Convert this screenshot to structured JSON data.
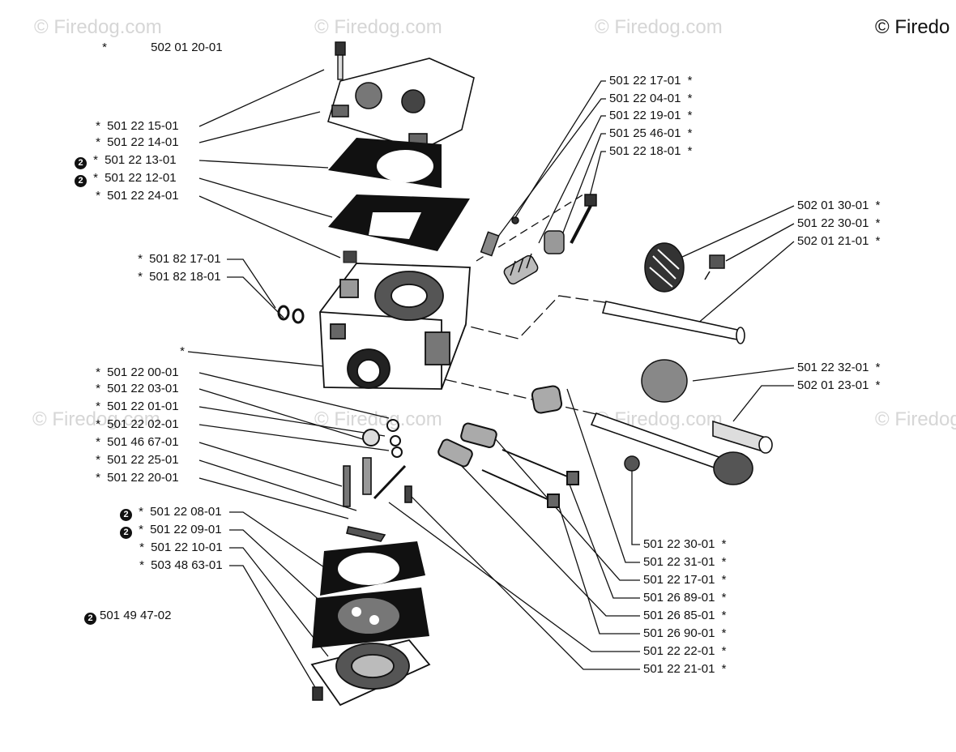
{
  "watermarks": [
    "© Firedog.com",
    "© Firedog.com",
    "© Firedog.com",
    "© Firedog.com",
    "© Firedog.com",
    "© Firedog.com",
    "© Firedog.com"
  ],
  "corner_watermark": "© Firedo",
  "ref_mark_glyph": "2",
  "header_part": {
    "star": "*",
    "part": "502 01 20-01"
  },
  "left_labels": [
    {
      "star": "*",
      "part": "501 22 15-01",
      "mark": false
    },
    {
      "star": "*",
      "part": "501 22 14-01",
      "mark": false
    },
    {
      "star": "*",
      "part": "501 22 13-01",
      "mark": true
    },
    {
      "star": "*",
      "part": "501 22 12-01",
      "mark": true
    },
    {
      "star": "*",
      "part": "501 22 24-01",
      "mark": false
    },
    {
      "star": "*",
      "part": "501 82 17-01",
      "mark": false
    },
    {
      "star": "*",
      "part": "501 82 18-01",
      "mark": false
    },
    {
      "star": "*",
      "part": "",
      "mark": false
    },
    {
      "star": "*",
      "part": "501 22 00-01",
      "mark": false
    },
    {
      "star": "*",
      "part": "501 22 03-01",
      "mark": false
    },
    {
      "star": "*",
      "part": "501 22 01-01",
      "mark": false
    },
    {
      "star": "*",
      "part": "501 22 02-01",
      "mark": false
    },
    {
      "star": "*",
      "part": "501 46 67-01",
      "mark": false
    },
    {
      "star": "*",
      "part": "501 22 25-01",
      "mark": false
    },
    {
      "star": "*",
      "part": "501 22 20-01",
      "mark": false
    },
    {
      "star": "*",
      "part": "501 22 08-01",
      "mark": true
    },
    {
      "star": "*",
      "part": "501 22 09-01",
      "mark": true
    },
    {
      "star": "*",
      "part": "501 22 10-01",
      "mark": false
    },
    {
      "star": "*",
      "part": "503 48 63-01",
      "mark": false
    }
  ],
  "kit_label": {
    "part": "501 49 47-02",
    "mark": true
  },
  "top_right_labels": [
    {
      "part": "501 22 17-01",
      "star": "*"
    },
    {
      "part": "501 22 04-01",
      "star": "*"
    },
    {
      "part": "501 22 19-01",
      "star": "*"
    },
    {
      "part": "501 25 46-01",
      "star": "*"
    },
    {
      "part": "501 22 18-01",
      "star": "*"
    }
  ],
  "right_labels": [
    {
      "part": "502 01 30-01",
      "star": "*"
    },
    {
      "part": "501 22 30-01",
      "star": "*"
    },
    {
      "part": "502 01 21-01",
      "star": "*"
    },
    {
      "part": "501 22 32-01",
      "star": "*"
    },
    {
      "part": "502 01 23-01",
      "star": "*"
    }
  ],
  "bottom_right_labels": [
    {
      "part": "501 22 30-01",
      "star": "*"
    },
    {
      "part": "501 22 31-01",
      "star": "*"
    },
    {
      "part": "501 22 17-01",
      "star": "*"
    },
    {
      "part": "501 26 89-01",
      "star": "*"
    },
    {
      "part": "501 26 85-01",
      "star": "*"
    },
    {
      "part": "501 26 90-01",
      "star": "*"
    },
    {
      "part": "501 22 22-01",
      "star": "*"
    },
    {
      "part": "501 22 21-01",
      "star": "*"
    }
  ]
}
